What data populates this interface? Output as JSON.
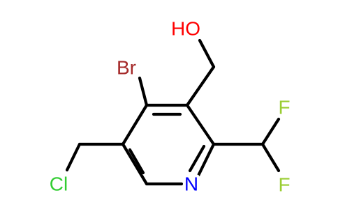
{
  "atoms": {
    "hydroxyl": "HO",
    "bromine": "Br",
    "fluorine_top": "F",
    "fluorine_bottom": "F",
    "chlorine": "Cl",
    "nitrogen": "N"
  },
  "colors": {
    "oxygen": "#ff0000",
    "bromine": "#a52a2a",
    "fluorine": "#9acd32",
    "chlorine": "#32cd32",
    "nitrogen": "#0000ff",
    "bond": "#000000"
  }
}
